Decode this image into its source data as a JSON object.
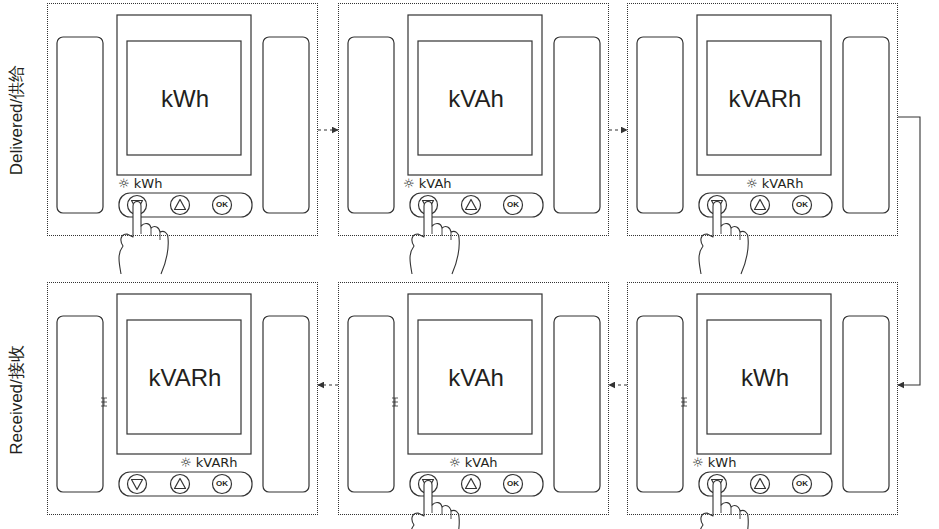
{
  "diagram": {
    "nodes": [
      {
        "text": [
          "kWh",
          "☼ kWh"
        ]
      },
      {
        "text": [
          "kVAh",
          "☼ kVAh"
        ]
      },
      {
        "text": [
          "kVARh",
          "☼ kVARh"
        ]
      },
      {
        "text": [
          "kVARh",
          "☼ kVARh"
        ]
      },
      {
        "text": [
          "kVAh",
          "☼ kVAh"
        ]
      },
      {
        "text": [
          "kWh",
          "☼ kWh"
        ]
      }
    ],
    "edges": [
      {
        "from": 0,
        "to": 1,
        "arrow": "to"
      },
      {
        "from": 1,
        "to": 2,
        "arrow": "to"
      },
      {
        "from": 2,
        "to": 5,
        "arrow": "to"
      },
      {
        "from": 5,
        "to": 4,
        "arrow": "to"
      },
      {
        "from": 4,
        "to": 3,
        "arrow": "to"
      }
    ],
    "labels": [
      "Delivered/供给",
      "OK",
      "OK",
      "OK",
      "Received/接收",
      "OK",
      "OK",
      "OK"
    ]
  }
}
